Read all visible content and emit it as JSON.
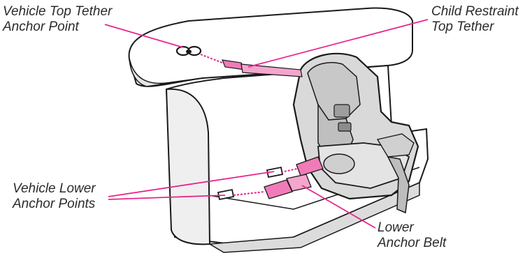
{
  "callouts": {
    "vehicle_top_tether": {
      "line1": "Vehicle Top Tether",
      "line2": "Anchor Point"
    },
    "child_restraint_tether": {
      "line1": "Child Restraint",
      "line2": "Top Tether"
    },
    "vehicle_lower_anchors": {
      "line1": "Vehicle Lower",
      "line2": "Anchor Points"
    },
    "lower_anchor_belt": {
      "line1": "Lower",
      "line2": "Anchor Belt"
    }
  },
  "colors": {
    "leader_line": "#e8258a",
    "strap_pink": "#f07bb8",
    "outline": "#1a1a1a",
    "seat_gray": "#d9d9d9"
  }
}
